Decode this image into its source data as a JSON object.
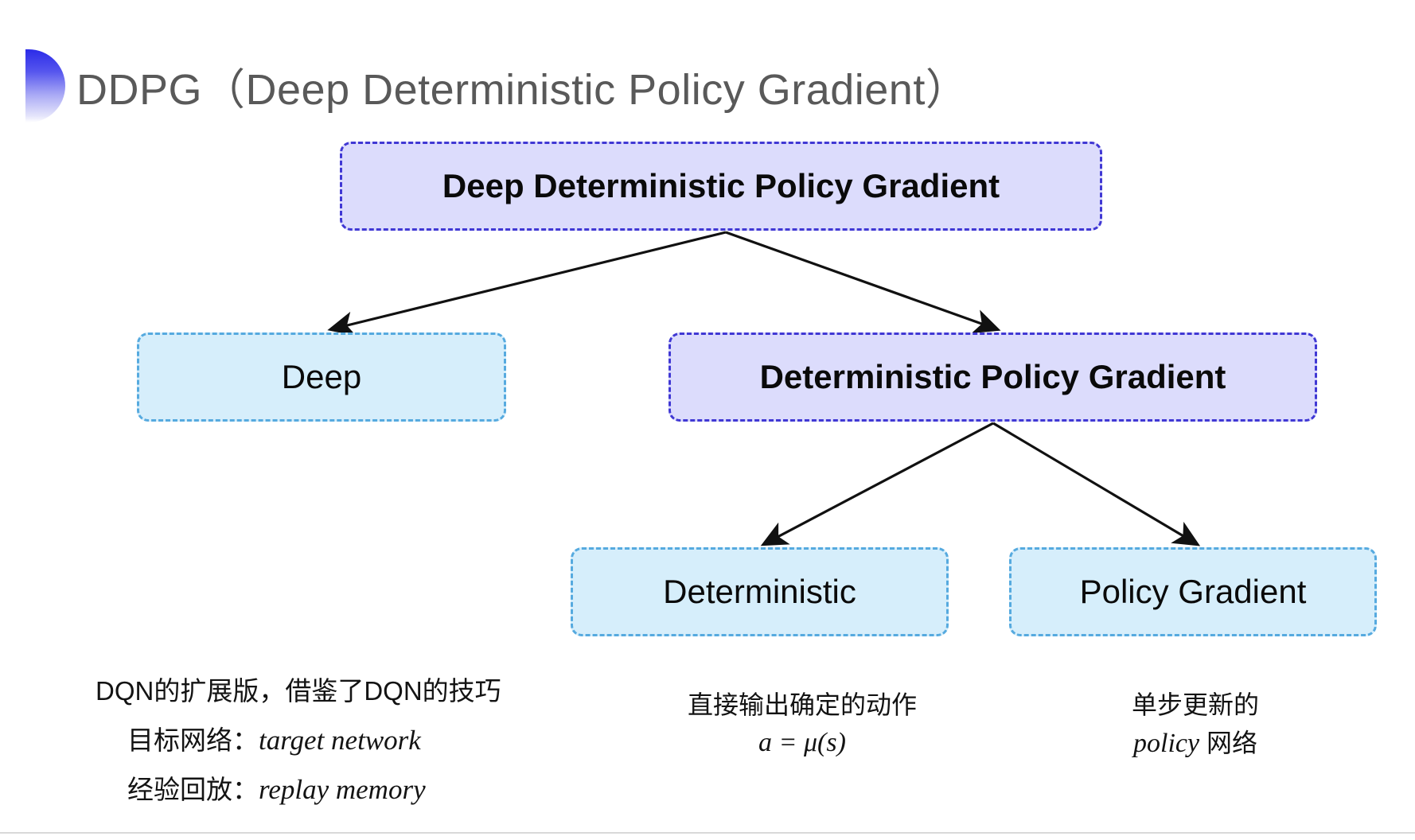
{
  "slide": {
    "title": "DDPG（Deep Deterministic Policy Gradient）",
    "bullet_icon": "half-circle-gradient-bullet",
    "accent_purple": "#4038d4",
    "accent_blue": "#56aadf",
    "fill_purple": "#dcdcfc",
    "fill_blue": "#d6eefb",
    "title_color": "#595959"
  },
  "nodes": {
    "root": {
      "label": "Deep Deterministic Policy Gradient",
      "style": "purple"
    },
    "deep": {
      "label": "Deep",
      "style": "blue"
    },
    "dpg": {
      "label": "Deterministic Policy Gradient",
      "style": "purple"
    },
    "deterministic": {
      "label": "Deterministic",
      "style": "blue"
    },
    "policy_gradient": {
      "label": "Policy Gradient",
      "style": "blue"
    }
  },
  "captions": {
    "left": {
      "line1": "DQN的扩展版，借鉴了DQN的技巧",
      "line2_label": "目标网络：",
      "line2_term": "target network",
      "line3_label": "经验回放：",
      "line3_term": "replay memory"
    },
    "middle": {
      "line1": "直接输出确定的动作",
      "formula": "a = μ(s)"
    },
    "right": {
      "line1": "单步更新的",
      "term": "policy",
      "line2_suffix": " 网络"
    }
  }
}
